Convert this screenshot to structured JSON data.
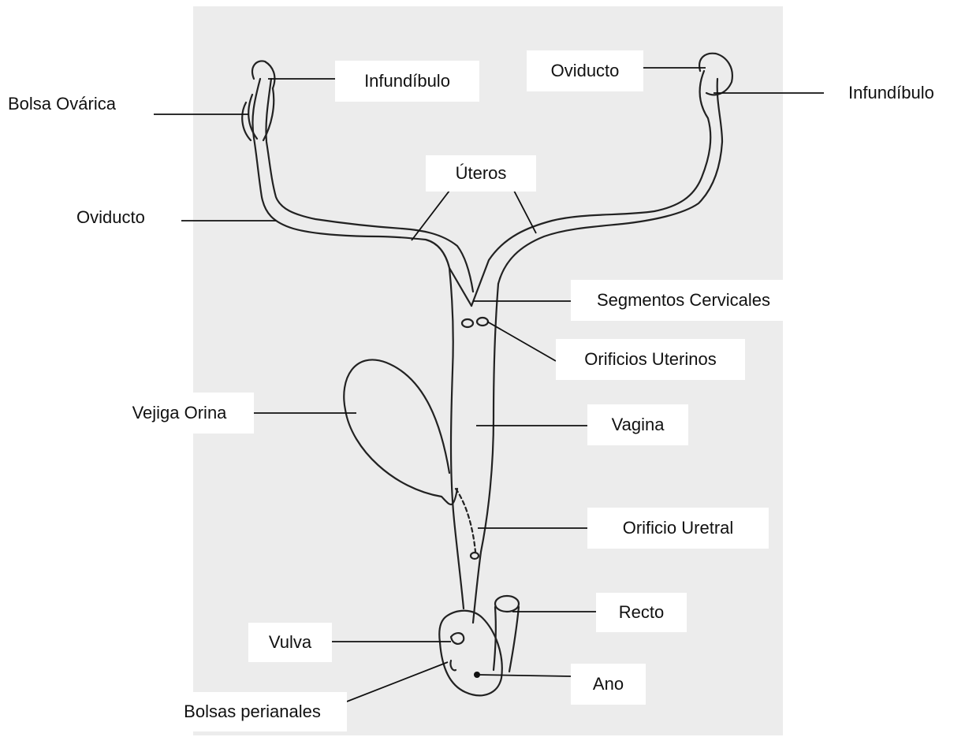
{
  "colors": {
    "paper": "#ececec",
    "ink": "#222222",
    "label_bg": "#ffffff",
    "text": "#111111"
  },
  "labels": {
    "infundibulo_left": "Infundíbulo",
    "oviducto_right_top": "Oviducto",
    "infundibulo_right": "Infundíbulo",
    "bolsa_ovarica": "Bolsa Ovárica",
    "uteros": "Úteros",
    "oviducto_left": "Oviducto",
    "segmentos_cervicales": "Segmentos Cervicales",
    "orificios_uterinos": "Orificios Uterinos",
    "vejiga_orina": "Vejiga Orina",
    "vagina": "Vagina",
    "orificio_uretral": "Orificio Uretral",
    "recto": "Recto",
    "vulva": "Vulva",
    "ano": "Ano",
    "bolsas_perianales": "Bolsas perianales"
  }
}
